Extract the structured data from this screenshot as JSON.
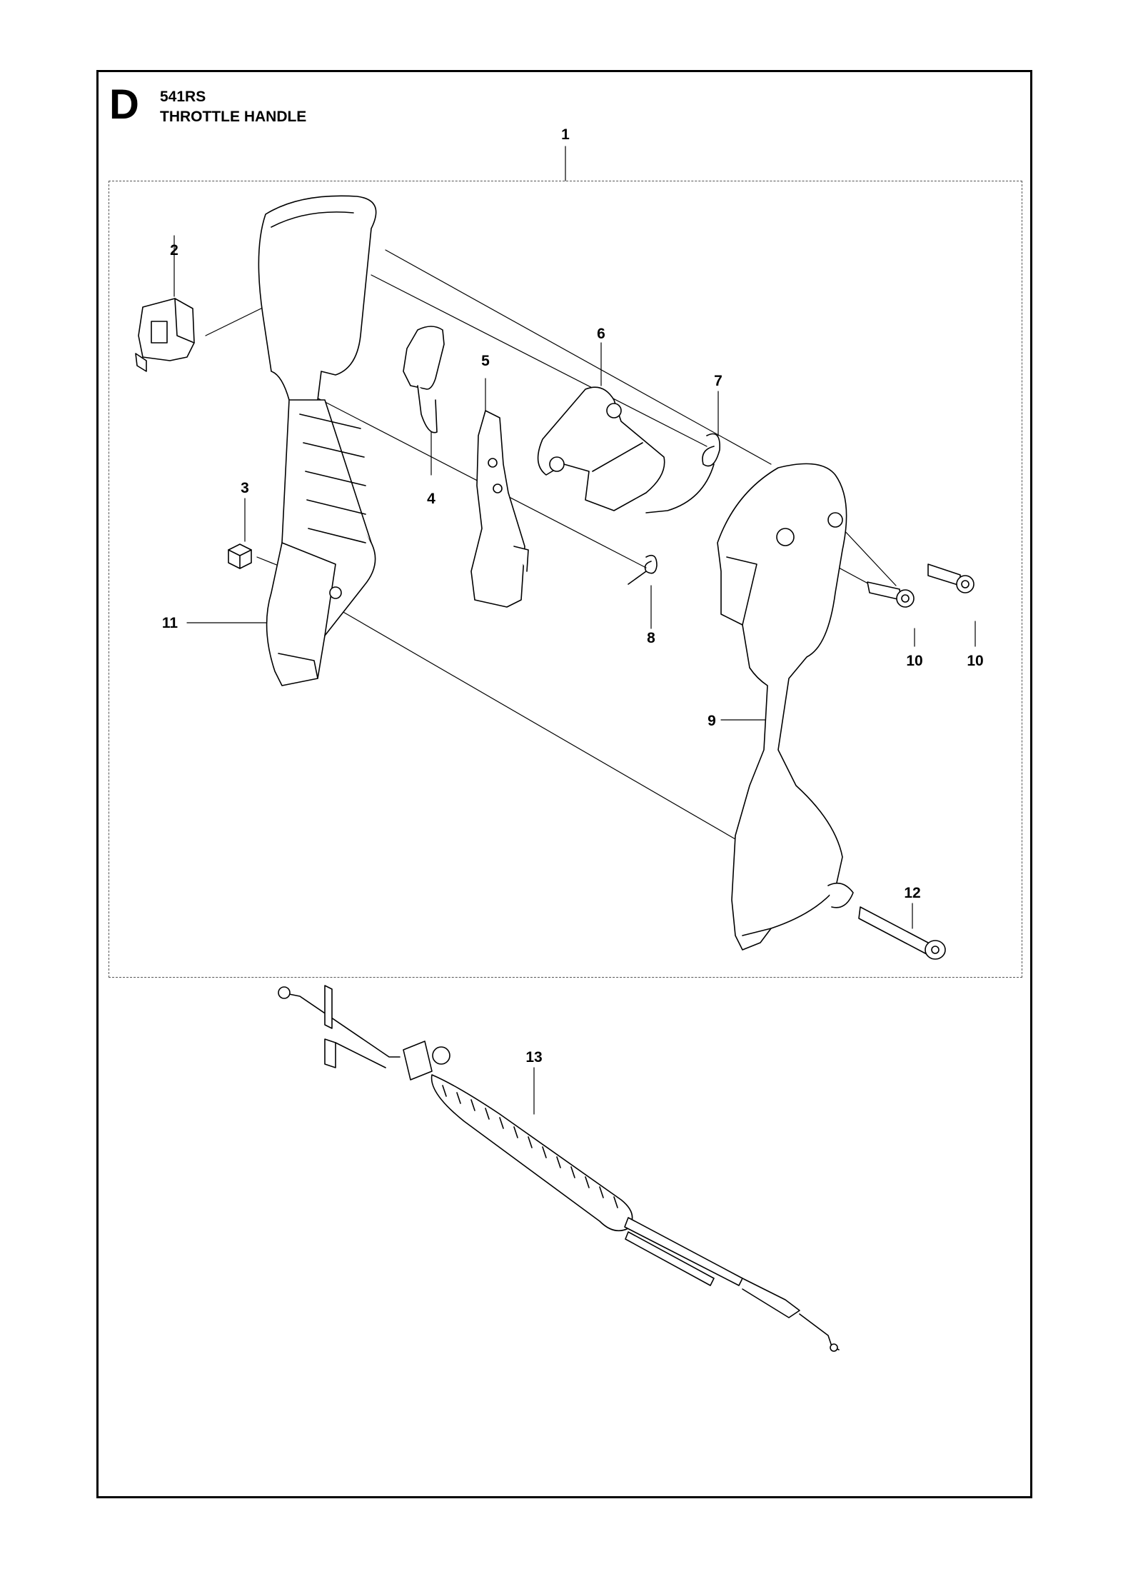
{
  "header": {
    "section_letter": "D",
    "model": "541RS",
    "title": "THROTTLE HANDLE"
  },
  "callouts": {
    "c1": "1",
    "c2": "2",
    "c3": "3",
    "c4": "4",
    "c5": "5",
    "c6": "6",
    "c7": "7",
    "c8": "8",
    "c9": "9",
    "c10a": "10",
    "c10b": "10",
    "c11": "11",
    "c12": "12",
    "c13": "13"
  }
}
